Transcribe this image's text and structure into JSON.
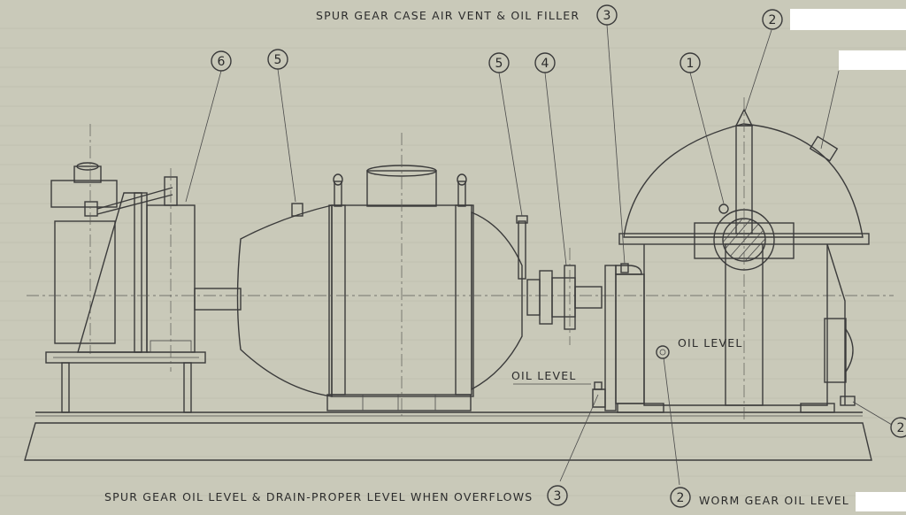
{
  "labels": {
    "top_vent": "SPUR GEAR CASE AIR VENT & OIL FILLER",
    "oil_level_left": "OIL LEVEL",
    "oil_level_right": "OIL LEVEL",
    "bottom_spur": "SPUR GEAR OIL LEVEL & DRAIN-PROPER LEVEL WHEN OVERFLOWS",
    "bottom_worm": "WORM GEAR OIL LEVEL"
  },
  "callouts": {
    "c1": "1",
    "c2_top": "2",
    "c2_bottom": "2",
    "c2_right": "2",
    "c3_top": "3",
    "c3_bottom": "3",
    "c4": "4",
    "c5_left": "5",
    "c5_right": "5",
    "c6": "6"
  },
  "colors": {
    "paper": "#c9c9b9",
    "ink": "#3b3b3b"
  }
}
